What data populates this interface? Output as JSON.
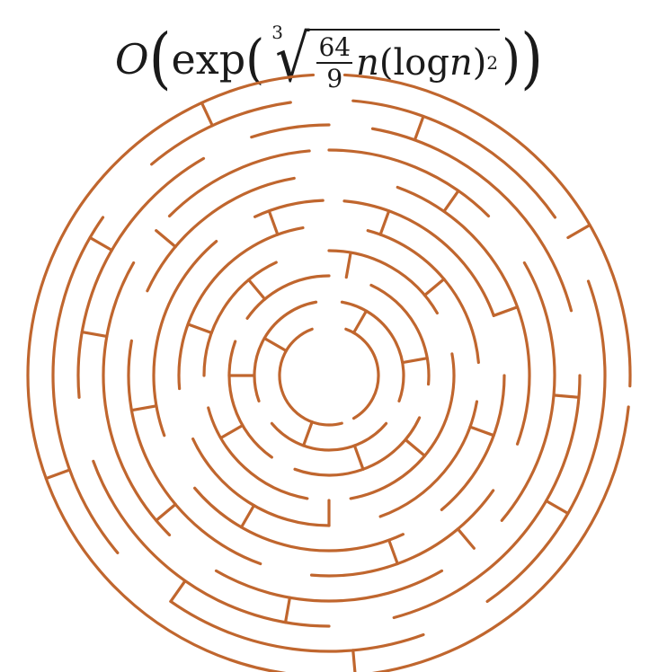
{
  "formula": {
    "big_o": "O",
    "exp": "exp",
    "root_index": "3",
    "frac_num": "64",
    "frac_den": "9",
    "var_n": "n",
    "log": "log",
    "var_n2": "n",
    "power": "2",
    "lparen": "(",
    "rparen": ")"
  },
  "colors": {
    "maze_stroke": "#c0662e",
    "text": "#1a1a1a",
    "background": "#ffffff"
  }
}
